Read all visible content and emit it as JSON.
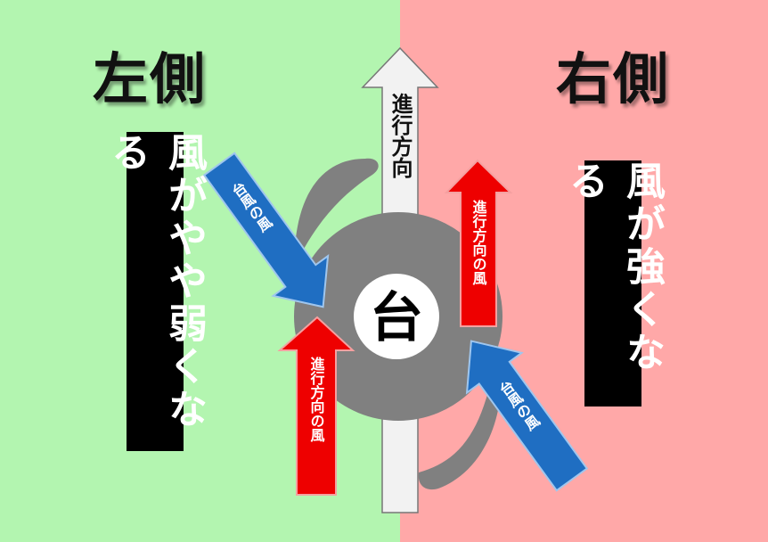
{
  "left": {
    "title": "左側",
    "description": "風がやや弱くなる",
    "background": "#b3f5b0"
  },
  "right": {
    "title": "右側",
    "description": "風が強くなる",
    "background": "#ffa8a8"
  },
  "center_arrow": {
    "label": "進行方向",
    "color": "#f2f2f2"
  },
  "typhoon": {
    "label": "台",
    "color": "#808080"
  },
  "arrows": {
    "blue_left": {
      "label": "台風の風",
      "color": "#1f6ec2"
    },
    "red_left": {
      "label": "進行方向の風",
      "color": "#ee0000"
    },
    "red_right": {
      "label": "進行方向の風",
      "color": "#ee0000"
    },
    "blue_right": {
      "label": "台風の風",
      "color": "#1f6ec2"
    }
  }
}
